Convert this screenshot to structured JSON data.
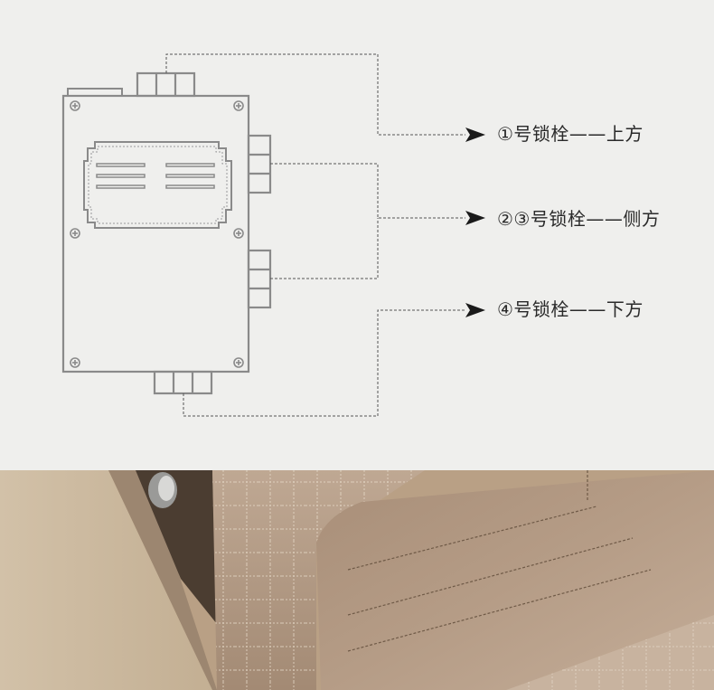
{
  "labels": {
    "top": "①号锁栓——上方",
    "side": "②③号锁栓——侧方",
    "bottom": "④号锁栓——下方"
  },
  "colors": {
    "background": "#efefed",
    "line": "#8a8a8a",
    "leather": "#b49a84",
    "leather_dark": "#8f7763",
    "wall": "#cdbba3"
  }
}
